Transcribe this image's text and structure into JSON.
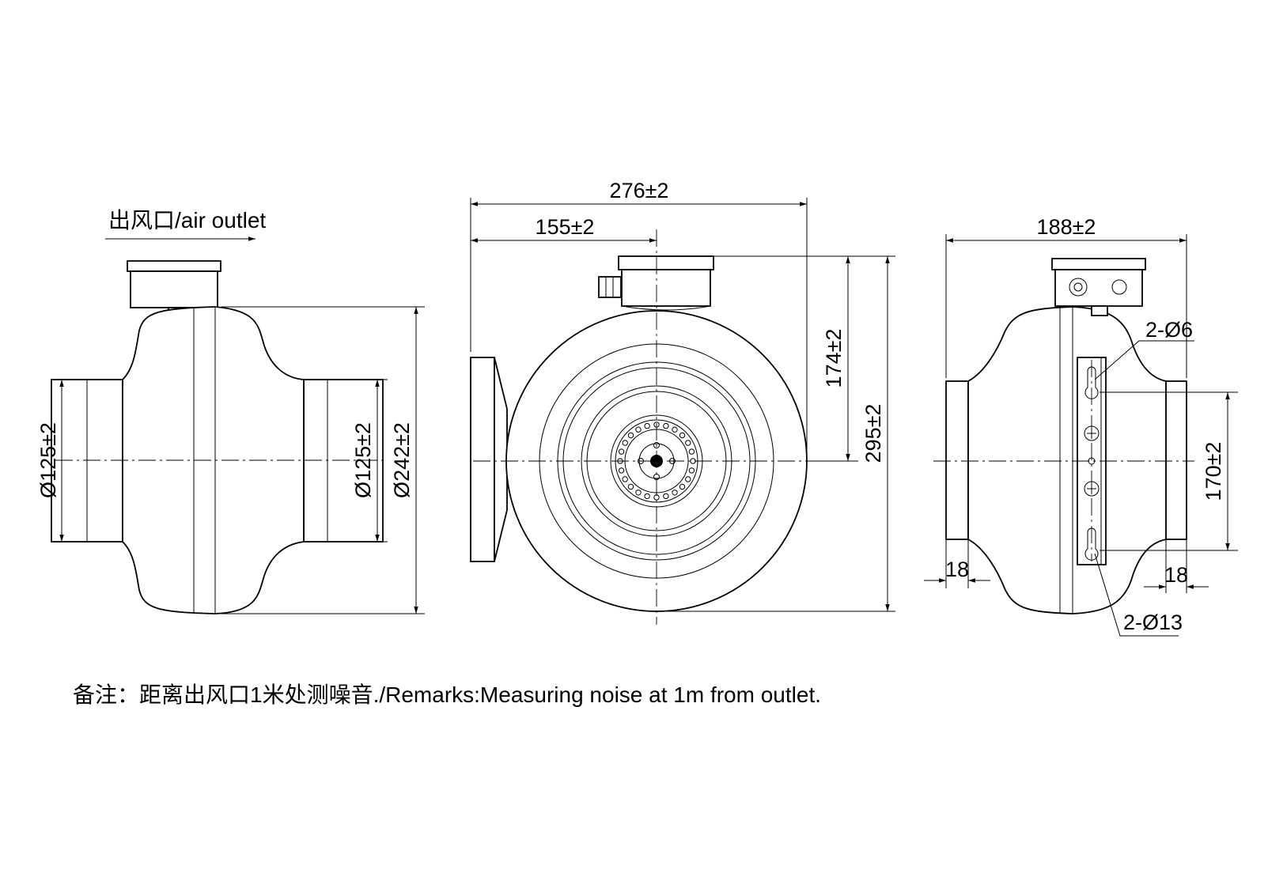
{
  "left_view": {
    "outlet_label": "出风口/air outlet",
    "dim_inlet_diameter": "Ø125±2",
    "dim_outlet_diameter": "Ø125±2",
    "dim_body_diameter": "Ø242±2"
  },
  "front_view": {
    "dim_overall_width": "276±2",
    "dim_center_offset": "155±2",
    "dim_center_height": "174±2",
    "dim_overall_height": "295±2"
  },
  "right_view": {
    "dim_depth": "188±2",
    "dim_slot_small": "2-Ø6",
    "dim_slot_large": "2-Ø13",
    "dim_slot_spacing": "170±2",
    "dim_collar_left": "18",
    "dim_collar_right": "18"
  },
  "remarks": "备注：距离出风口1米处测噪音./Remarks:Measuring noise at 1m from outlet.",
  "colors": {
    "line": "#000000",
    "background": "#ffffff"
  }
}
